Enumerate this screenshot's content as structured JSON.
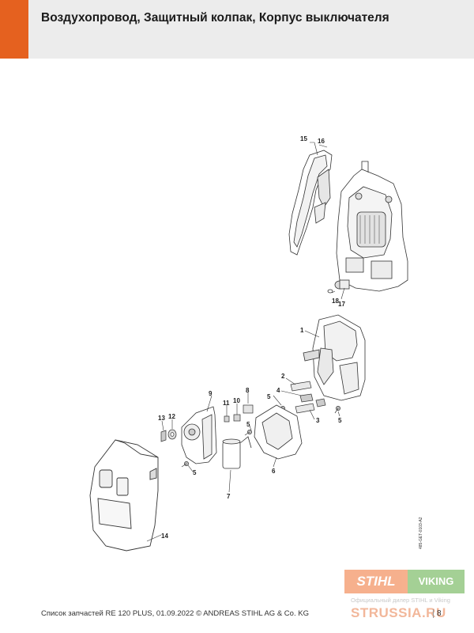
{
  "header": {
    "title": "Воздухопровод, Защитный колпак, Корпус выключателя",
    "accent_color": "#e5611f"
  },
  "diagram": {
    "callouts": [
      {
        "id": "c15",
        "label": "15"
      },
      {
        "id": "c16",
        "label": "16"
      },
      {
        "id": "c18",
        "label": "18"
      },
      {
        "id": "c17",
        "label": "17"
      },
      {
        "id": "c1",
        "label": "1"
      },
      {
        "id": "c2",
        "label": "2"
      },
      {
        "id": "c4",
        "label": "4"
      },
      {
        "id": "c3",
        "label": "3"
      },
      {
        "id": "c5a",
        "label": "5"
      },
      {
        "id": "c5b",
        "label": "5"
      },
      {
        "id": "c5c",
        "label": "5"
      },
      {
        "id": "c5d",
        "label": "5"
      },
      {
        "id": "c9",
        "label": "9"
      },
      {
        "id": "c8",
        "label": "8"
      },
      {
        "id": "c10",
        "label": "10"
      },
      {
        "id": "c11",
        "label": "11"
      },
      {
        "id": "c12",
        "label": "12"
      },
      {
        "id": "c13",
        "label": "13"
      },
      {
        "id": "c6",
        "label": "6"
      },
      {
        "id": "c7",
        "label": "7"
      },
      {
        "id": "c14",
        "label": "14"
      }
    ],
    "drawing_code": "485-GET-0103-A2"
  },
  "footer": {
    "text": "Список запчастей RE 120 PLUS, 01.09.2022 © ANDREAS STIHL AG & Co. KG",
    "page": "8"
  },
  "watermark": {
    "logo_stihl": "STIHL",
    "logo_viking": "VIKING",
    "dealer": "Официальный дилер STIHL и Viking",
    "site": "STRUSSIA.RU"
  }
}
